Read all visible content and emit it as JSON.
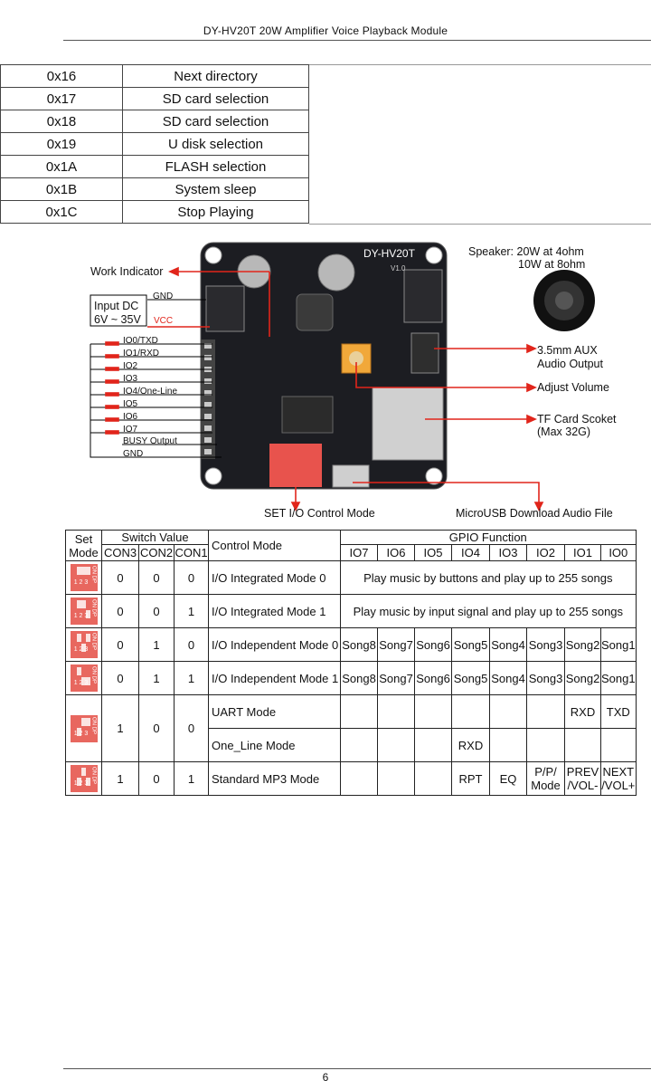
{
  "header": {
    "title": "DY-HV20T 20W Amplifier Voice Playback Module"
  },
  "commands": [
    {
      "code": "0x16",
      "desc": "Next directory"
    },
    {
      "code": "0x17",
      "desc": "SD card selection"
    },
    {
      "code": "0x18",
      "desc": "SD card selection"
    },
    {
      "code": "0x19",
      "desc": "U disk selection"
    },
    {
      "code": "0x1A",
      "desc": "FLASH selection"
    },
    {
      "code": "0x1B",
      "desc": "System sleep"
    },
    {
      "code": "0x1C",
      "desc": "Stop Playing"
    }
  ],
  "diagram": {
    "board_name": "DY-HV20T",
    "board_version": "V1.0",
    "work_indicator": "Work Indicator",
    "gnd_top": "GND",
    "input_dc_1": "Input DC",
    "input_dc_2": "6V ~ 35V",
    "vcc": "VCC",
    "pins": [
      "IO0/TXD",
      "IO1/RXD",
      "IO2",
      "IO3",
      "IO4/One-Line",
      "IO5",
      "IO6",
      "IO7"
    ],
    "busy": "BUSY Output",
    "gnd_bottom": "GND",
    "speaker_1": "Speaker: 20W at 4ohm",
    "speaker_2": "10W at 8ohm",
    "aux_1": "3.5mm AUX",
    "aux_2": "Audio Output",
    "volume": "Adjust Volume",
    "tf_1": "TF Card Scoket",
    "tf_2": "(Max 32G)",
    "set_io": "SET I/O Control Mode",
    "usb": "MicroUSB Download Audio File"
  },
  "mode_table": {
    "h_set_1": "Set",
    "h_set_2": "Mode",
    "h_switch": "Switch Value",
    "h_control": "Control Mode",
    "h_gpio": "GPIO Function",
    "switch_cols": [
      "CON3",
      "CON2",
      "CON1"
    ],
    "gpio_cols": [
      "IO7",
      "IO6",
      "IO5",
      "IO4",
      "IO3",
      "IO2",
      "IO1",
      "IO0"
    ],
    "songs": [
      "Song8",
      "Song7",
      "Song6",
      "Song5",
      "Song4",
      "Song3",
      "Song2",
      "Song1"
    ],
    "rows": [
      {
        "c3": "0",
        "c2": "0",
        "c1": "0",
        "mode": "I/O Integrated Mode 0",
        "desc": "Play music by buttons and play up to 255 songs"
      },
      {
        "c3": "0",
        "c2": "0",
        "c1": "1",
        "mode": "I/O Integrated Mode 1",
        "desc": "Play music by input signal and play up to 255 songs"
      },
      {
        "c3": "0",
        "c2": "1",
        "c1": "0",
        "mode": "I/O Independent Mode 0"
      },
      {
        "c3": "0",
        "c2": "1",
        "c1": "1",
        "mode": "I/O Independent Mode 1"
      },
      {
        "c3": "1",
        "c2": "0",
        "c1": "0",
        "mode": "UART Mode",
        "mode_b": "One_Line Mode",
        "rxd": "RXD",
        "txd": "TXD",
        "one_line_io4": "RXD"
      },
      {
        "c3": "1",
        "c2": "0",
        "c1": "1",
        "mode": "Standard MP3 Mode",
        "io4": "RPT",
        "io3": "EQ",
        "io2_1": "P/P/",
        "io2_2": "Mode",
        "io1_1": "PREV",
        "io1_2": "/VOL-",
        "io0_1": "NEXT",
        "io0_2": "/VOL+"
      }
    ],
    "dip_numbers": "1 2 3",
    "dip_ondp": "ON DP"
  },
  "footer": {
    "page": "6"
  }
}
